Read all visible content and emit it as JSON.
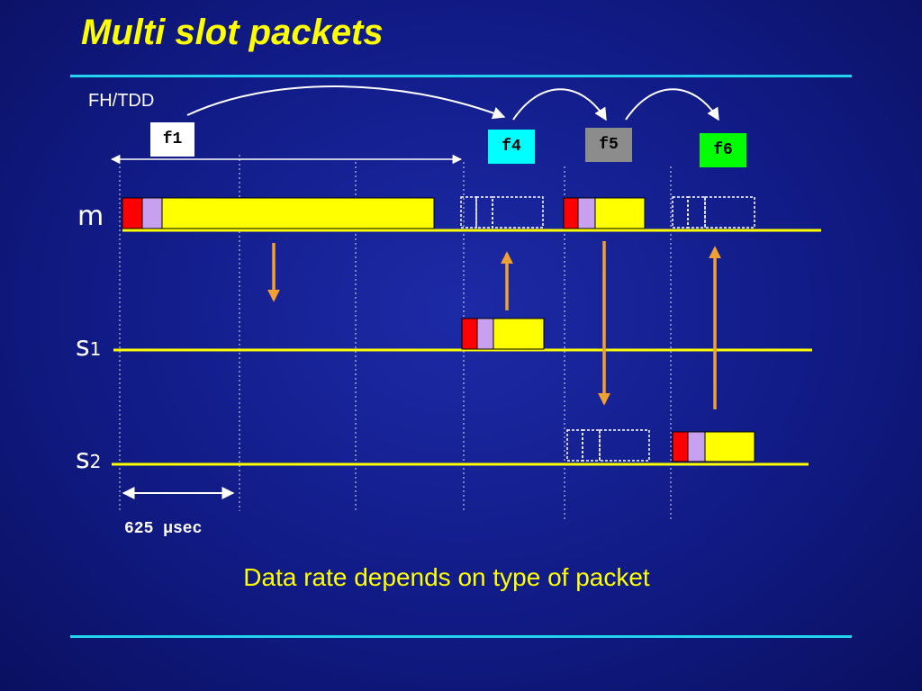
{
  "title": "Multi slot packets",
  "scheme_label": "FH/TDD",
  "frequencies": {
    "f1": {
      "label": "f1",
      "color": "#ffffff"
    },
    "f4": {
      "label": "f4",
      "color": "#00ffff"
    },
    "f5": {
      "label": "f5",
      "color": "#8c8c8c"
    },
    "f6": {
      "label": "f6",
      "color": "#00ff00"
    }
  },
  "lanes": {
    "m": {
      "label": "m"
    },
    "s1": {
      "letter": "s",
      "index": "1"
    },
    "s2": {
      "letter": "s",
      "index": "2"
    }
  },
  "slot_duration": "625 µsec",
  "caption": "Data rate depends on type of packet",
  "colors": {
    "background": "#111b86",
    "title": "#ffff00",
    "rule": "#22d4f0",
    "lane_line": "#ffff00",
    "arrow": "#f0a030",
    "access_code": "#ff0000",
    "header": "#c8a0f0",
    "payload": "#ffff00"
  }
}
